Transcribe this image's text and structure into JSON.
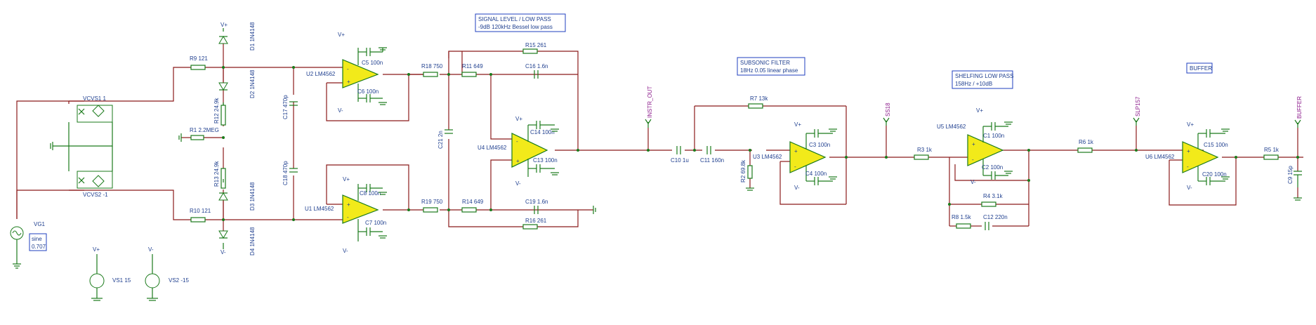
{
  "colors": {
    "wire": "#8b1a1a",
    "component": "#1a7a1a",
    "label": "#1f3f8f",
    "probe": "#8b1a8b",
    "opamp_fill": "#f2ea1a",
    "box_border": "#1f3fbf"
  },
  "boxes": {
    "signal": [
      "SIGNAL LEVEL / LOW PASS",
      "-9dB 120kHz Bessel low pass"
    ],
    "subsonic": [
      "SUBSONIC FILTER",
      "18Hz 0.05 linear phase"
    ],
    "shelf": [
      "SHELFING LOW PASS",
      "158Hz / +10dB"
    ],
    "buffer": [
      "BUFFER"
    ],
    "source": [
      "sine",
      "0.707"
    ]
  },
  "probes": {
    "instr": "INSTR_OUT",
    "ss18": "SS18",
    "slp157": "SLP157",
    "buffer": "BUFFER"
  },
  "labels": {
    "vcvs1": "VCVS1 1",
    "vcvs2": "VCVS2 -1",
    "vg1": "VG1",
    "vs1": "VS1 15",
    "vs2": "VS2 -15",
    "r9": "R9 121",
    "r10": "R10 121",
    "r1": "R1 2.2MEG",
    "r12": "R12 24.9k",
    "r13": "R13 24.9k",
    "d1": "D1 1N4148",
    "d2": "D2 1N4148",
    "d3": "D3 1N4148",
    "d4": "D4 1N4148",
    "c17": "C17 470p",
    "c18": "C18 470p",
    "u2": "U2 LM4562",
    "u1": "U1 LM4562",
    "c5": "C5 100n",
    "c6": "C6 100n",
    "c8": "C8 100n",
    "c7": "C7 100n",
    "r18": "R18 750",
    "r19": "R19 750",
    "r11": "R11 649",
    "r14": "R14 649",
    "r15": "R15 261",
    "r16": "R16 261",
    "c16": "C16 1.6n",
    "c19": "C19 1.6n",
    "c21": "C21 2n",
    "u4": "U4 LM4562",
    "c14": "C14 100n",
    "c13": "C13 100n",
    "c10": "C10 1u",
    "c11": "C11 160n",
    "r7": "R7 13k",
    "r2": "R2 69.8k",
    "u3": "U3 LM4562",
    "c3": "C3 100n",
    "c4": "C4 100n",
    "r3": "R3 1k",
    "u5": "U5 LM4562",
    "c1": "C1 100n",
    "c2": "C2 100n",
    "r4": "R4 3.1k",
    "r8": "R8 1.5k",
    "c12": "C12 220n",
    "r6": "R6 1k",
    "u6": "U6 LM4562",
    "c15": "C15 100n",
    "c20": "C20 100n",
    "r5": "R5 1k",
    "c9": "C9 15p",
    "vplus": "V+",
    "vminus": "V-"
  }
}
